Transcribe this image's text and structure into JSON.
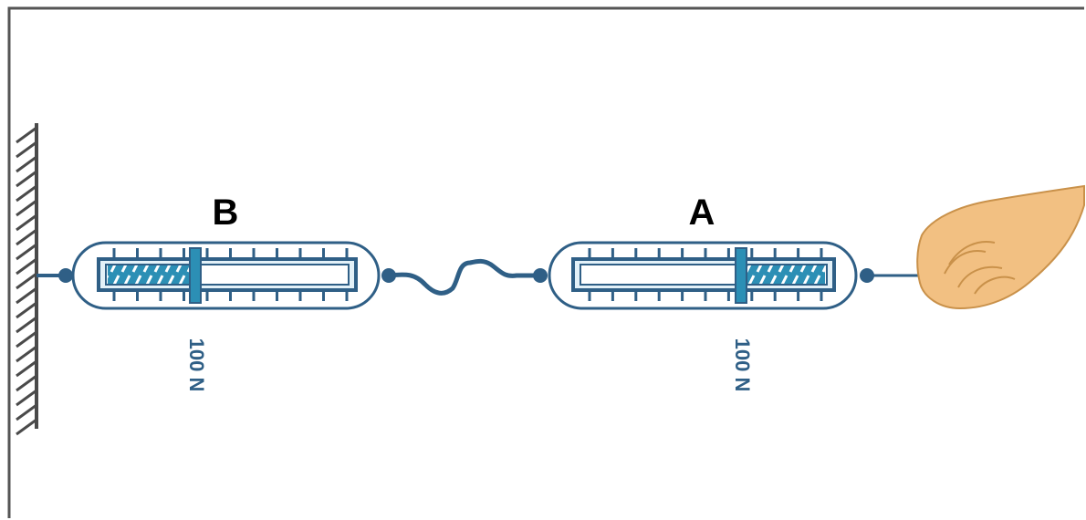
{
  "spring_b": {
    "label": "B",
    "reading": "100 N"
  },
  "spring_a": {
    "label": "A",
    "reading": "100 N"
  },
  "colors": {
    "frame": "#555555",
    "outline": "#2f5f86",
    "scale_fill": "#e3f1f8",
    "coil_fill": "#2c8fb5",
    "hand": "#f2c082",
    "hand_outline": "#c9914a",
    "wall": "#4a4a4a"
  },
  "icons": [
    "wall-hatch-icon",
    "hand-icon",
    "spring-coil-icon"
  ]
}
